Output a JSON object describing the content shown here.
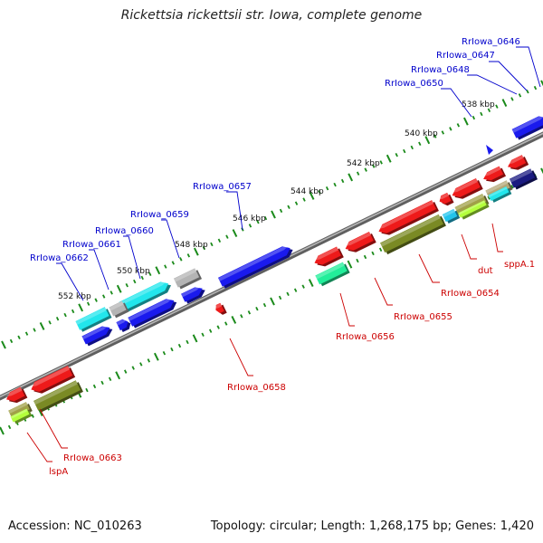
{
  "title": "Rickettsia rickettsii str. Iowa, complete genome",
  "footer": {
    "accession": "Accession: NC_010263",
    "topology": "Topology: circular; Length: 1,268,175 bp; Genes: 1,420"
  },
  "colors": {
    "backbone": "#888888",
    "forward_label": "#0000cc",
    "reverse_label": "#cc0000",
    "tick": "#1a8a1a",
    "scale_text": "#111111"
  },
  "scale_labels": [
    {
      "label": "538 kbp",
      "pos": 538
    },
    {
      "label": "540 kbp",
      "pos": 540
    },
    {
      "label": "542 kbp",
      "pos": 542
    },
    {
      "label": "544 kbp",
      "pos": 544
    },
    {
      "label": "546 kbp",
      "pos": 546
    },
    {
      "label": "548 kbp",
      "pos": 548
    },
    {
      "label": "550 kbp",
      "pos": 550
    },
    {
      "label": "552 kbp",
      "pos": 552
    }
  ],
  "forward_gene_labels": [
    {
      "name": "RrIowa_0646"
    },
    {
      "name": "RrIowa_0647"
    },
    {
      "name": "RrIowa_0648"
    },
    {
      "name": "RrIowa_0650"
    },
    {
      "name": "RrIowa_0657"
    },
    {
      "name": "RrIowa_0659"
    },
    {
      "name": "RrIowa_0660"
    },
    {
      "name": "RrIowa_0661"
    },
    {
      "name": "RrIowa_0662"
    }
  ],
  "reverse_gene_labels": [
    {
      "name": "sppA.1"
    },
    {
      "name": "dut"
    },
    {
      "name": "RrIowa_0654"
    },
    {
      "name": "RrIowa_0655"
    },
    {
      "name": "RrIowa_0656"
    },
    {
      "name": "RrIowa_0658"
    },
    {
      "name": "RrIowa_0663"
    },
    {
      "name": "lspA"
    }
  ]
}
